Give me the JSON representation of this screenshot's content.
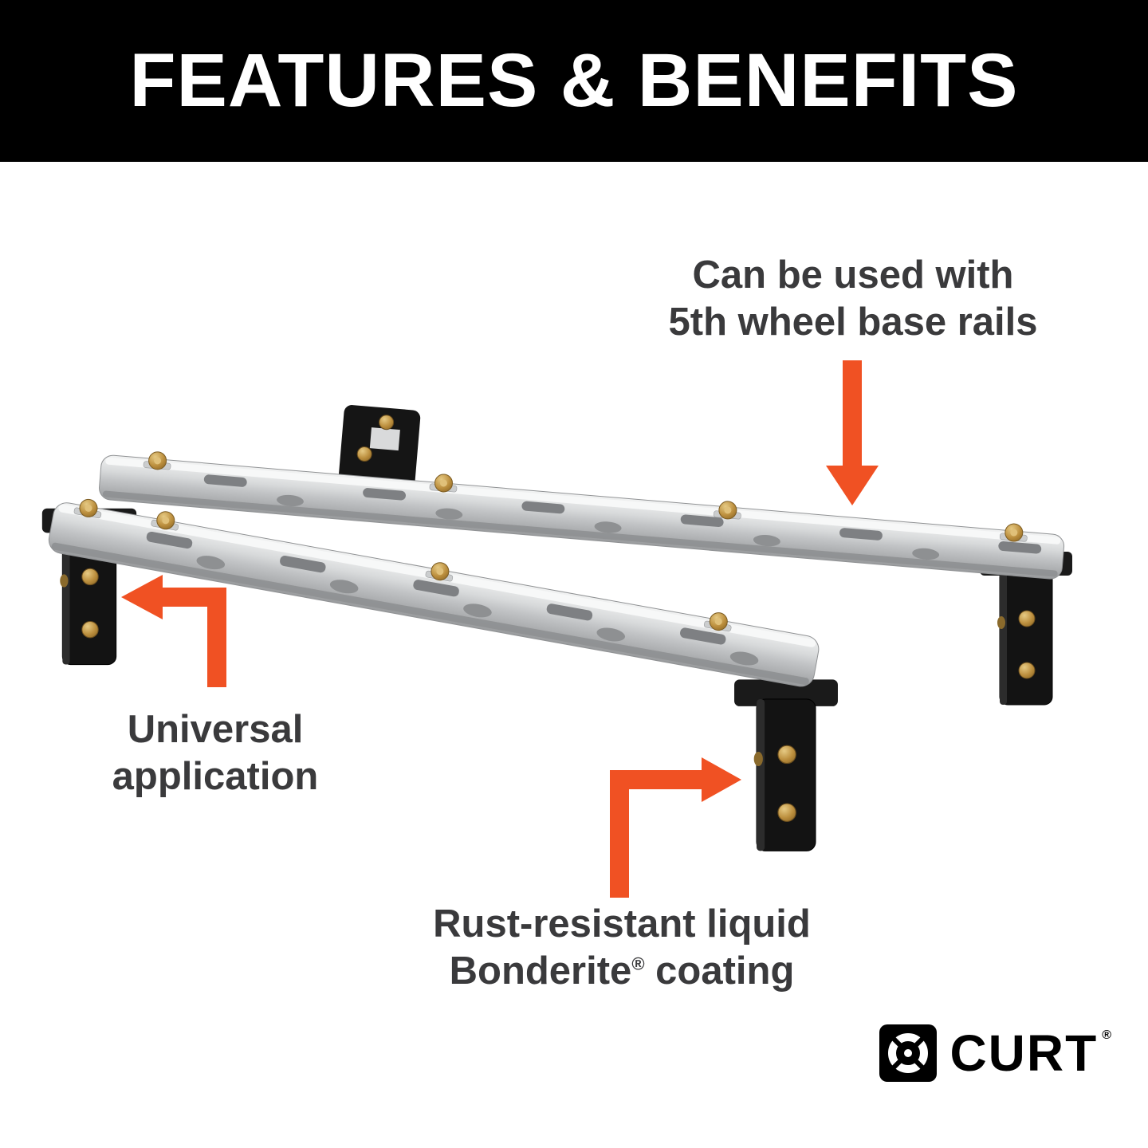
{
  "colors": {
    "accent": "#F05123",
    "headline_bg": "#000000",
    "headline_text": "#FFFFFF",
    "body_text": "#3A3A3C",
    "rail_gray": "#C8CACC",
    "bracket_black": "#151515",
    "bolt_gold": "#BC8F3E"
  },
  "header": {
    "title": "FEATURES & BENEFITS"
  },
  "callouts": {
    "rails": {
      "line1": "Can be used with",
      "line2": "5th wheel base rails"
    },
    "universal": {
      "line1": "Universal",
      "line2": "application"
    },
    "coating": {
      "line1": "Rust-resistant liquid",
      "brand": "Bonderite",
      "registered": "®",
      "rest": " coating"
    }
  },
  "logo": {
    "name": "CURT",
    "registered": "®"
  }
}
